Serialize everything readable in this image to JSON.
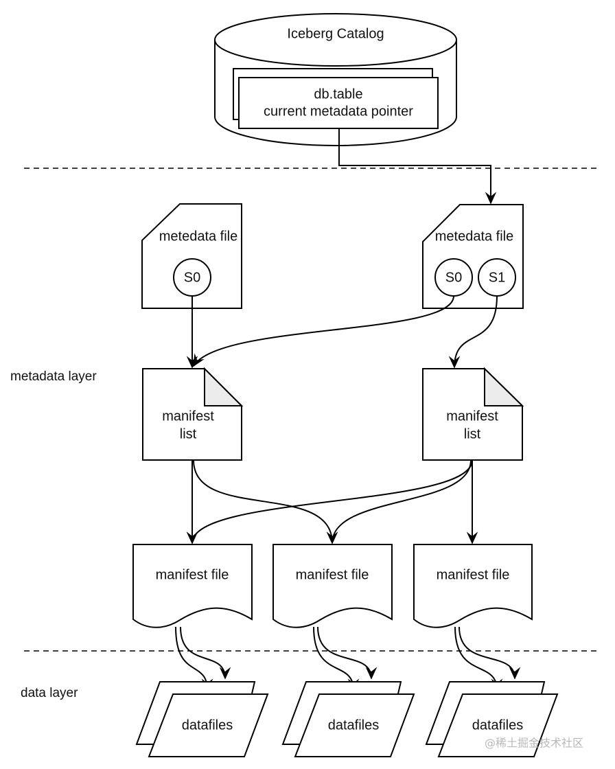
{
  "diagram": {
    "title": "Iceberg table architecture",
    "catalog": {
      "label": "Iceberg Catalog",
      "pointer_line1": "db.table",
      "pointer_line2": "current metadata pointer"
    },
    "layers": {
      "metadata": "metadata layer",
      "data": "data layer"
    },
    "metadata_files": [
      {
        "label": "metedata file",
        "snapshots": [
          "S0"
        ]
      },
      {
        "label": "metedata file",
        "snapshots": [
          "S0",
          "S1"
        ]
      }
    ],
    "manifest_lists": [
      {
        "line1": "manifest",
        "line2": "list"
      },
      {
        "line1": "manifest",
        "line2": "list"
      }
    ],
    "manifest_files": [
      {
        "label": "manifest file"
      },
      {
        "label": "manifest file"
      },
      {
        "label": "manifest file"
      }
    ],
    "datafiles": [
      {
        "label": "datafiles"
      },
      {
        "label": "datafiles"
      },
      {
        "label": "datafiles"
      }
    ],
    "edges": [
      {
        "from": "catalog-pointer",
        "to": "metadata-file-2"
      },
      {
        "from": "metadata-file-1.S0",
        "to": "manifest-list-1"
      },
      {
        "from": "metadata-file-2.S0",
        "to": "manifest-list-1"
      },
      {
        "from": "metadata-file-2.S1",
        "to": "manifest-list-2"
      },
      {
        "from": "manifest-list-1",
        "to": "manifest-file-1"
      },
      {
        "from": "manifest-list-1",
        "to": "manifest-file-2"
      },
      {
        "from": "manifest-list-2",
        "to": "manifest-file-1"
      },
      {
        "from": "manifest-list-2",
        "to": "manifest-file-2"
      },
      {
        "from": "manifest-list-2",
        "to": "manifest-file-3"
      },
      {
        "from": "manifest-file-1",
        "to": "datafiles-1"
      },
      {
        "from": "manifest-file-2",
        "to": "datafiles-2"
      },
      {
        "from": "manifest-file-3",
        "to": "datafiles-3"
      }
    ]
  },
  "watermark": "@稀土掘金技术社区"
}
